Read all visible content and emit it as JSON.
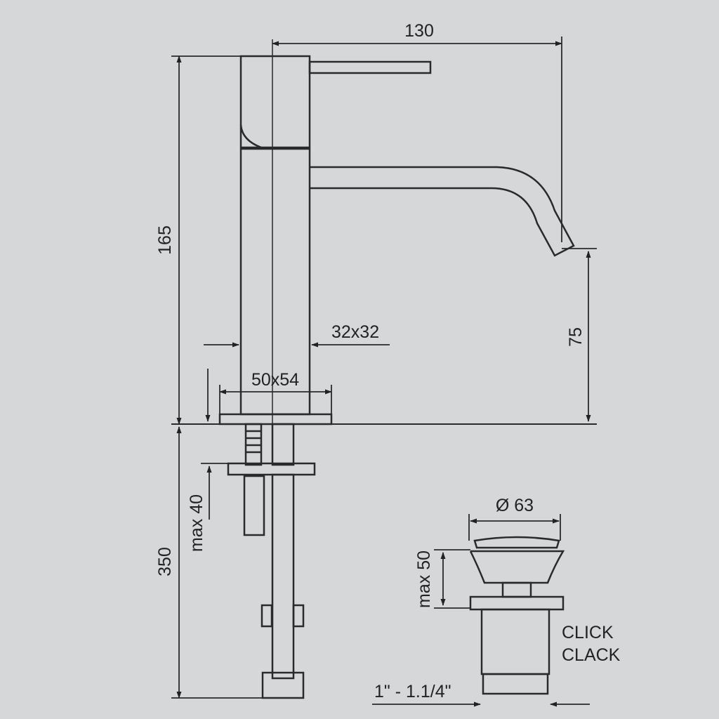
{
  "colors": {
    "background": "#d6d7d9",
    "line": "#2a2a2a",
    "right_margin": "#ffffff"
  },
  "dimensions": {
    "width_top": "130",
    "height_total": "165",
    "spout_height": "75",
    "body_section": "32x32",
    "base_size": "50x54",
    "below_counter": "350",
    "counter_thickness": "max 40",
    "waste_diameter": "Ø 63",
    "waste_max": "max 50",
    "waste_thread": "1\" - 1.1/4\""
  },
  "labels": {
    "waste_type_line1": "CLICK",
    "waste_type_line2": "CLACK"
  }
}
